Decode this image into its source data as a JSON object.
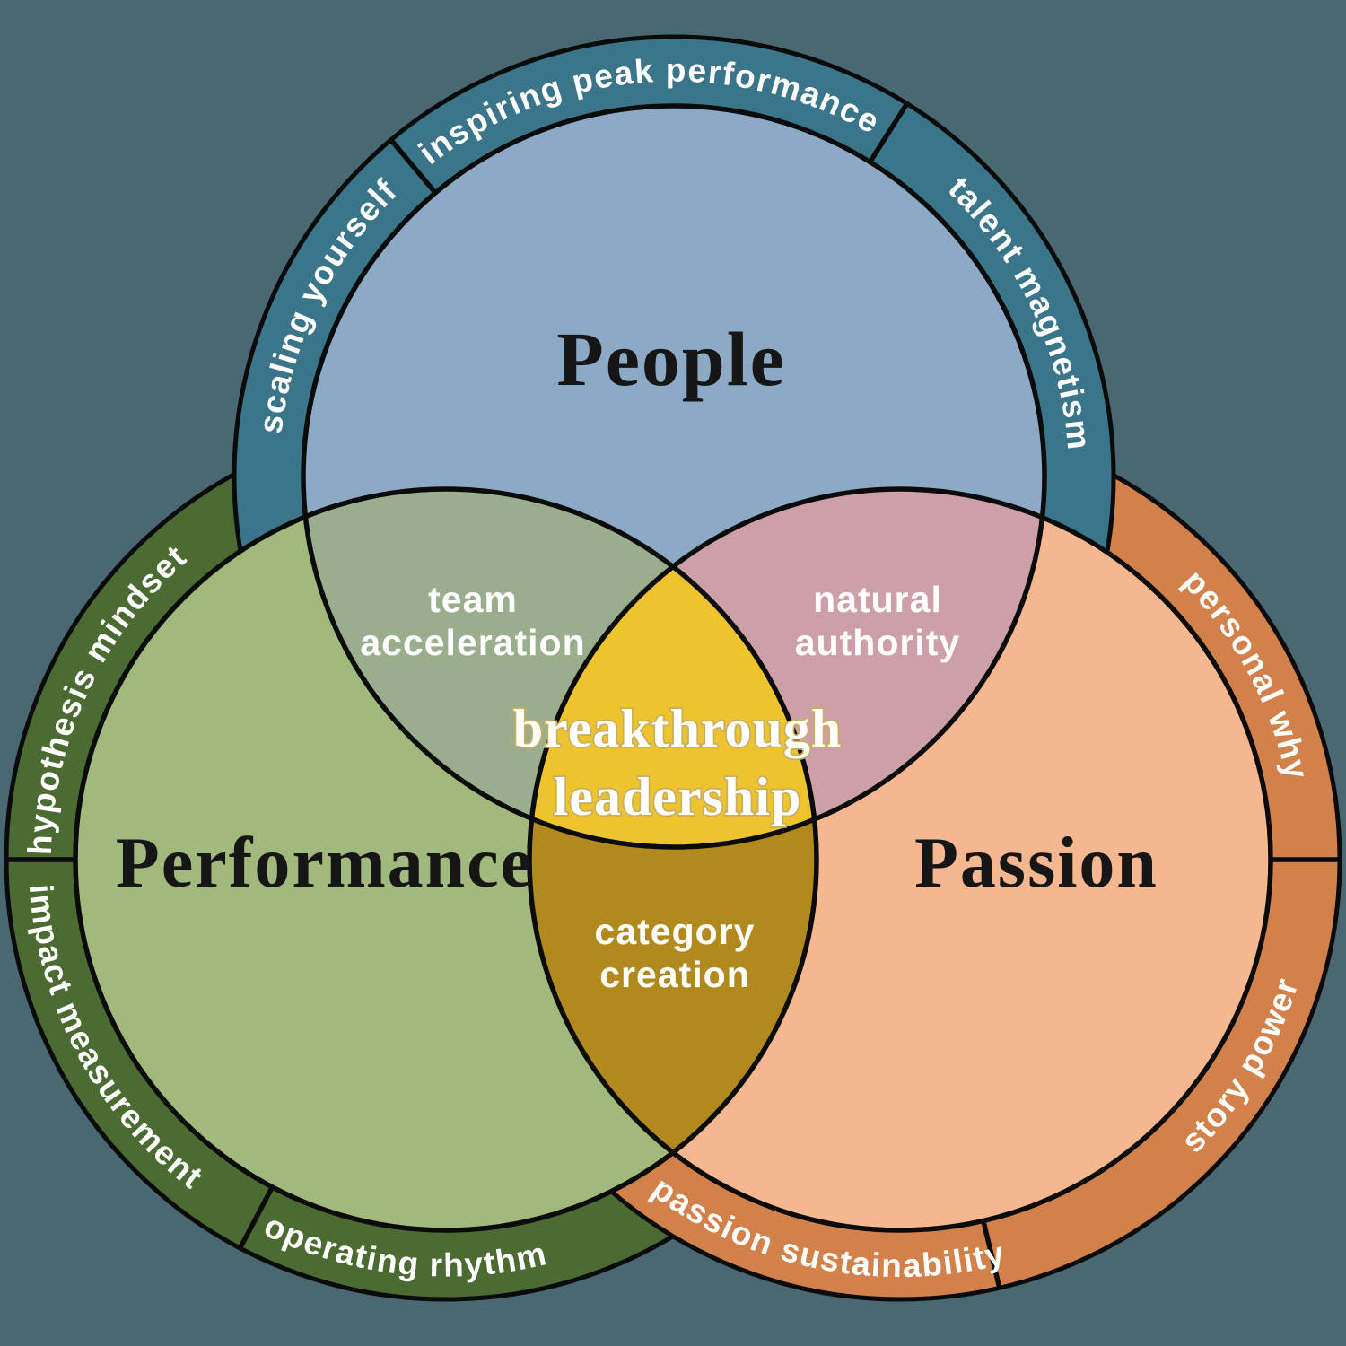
{
  "background_color": "#4A6872",
  "outline_color": "#0B0B0B",
  "label_color": "#FFFFFF",
  "title_color": "#161616",
  "circles": {
    "people": {
      "title": "People",
      "fill": "#8CAAC6",
      "ring_fill": "#3A7589",
      "ring_labels": {
        "left": "scaling yourself",
        "top": "inspiring peak performance",
        "right": "talent magnetism"
      }
    },
    "performance": {
      "title": "Performance",
      "fill": "#A2B97D",
      "ring_fill": "#4B6B33",
      "ring_labels": {
        "top": "hypothesis mindset",
        "left": "impact measurement",
        "bottom": "operating rhythm"
      }
    },
    "passion": {
      "title": "Passion",
      "fill": "#F5B78F",
      "ring_fill": "#D2814A",
      "ring_labels": {
        "top": "personal why",
        "right": "story power",
        "bottom": "passion sustainability"
      }
    }
  },
  "overlaps": {
    "people_performance": {
      "fill": "#9AAD8C",
      "line1": "team",
      "line2": "acceleration"
    },
    "people_passion": {
      "fill": "#CD9FA9",
      "line1": "natural",
      "line2": "authority"
    },
    "performance_passion": {
      "fill": "#B1891C",
      "line1": "category",
      "line2": "creation"
    },
    "center": {
      "fill": "#EEC42E",
      "line1": "breakthrough",
      "line2": "leadership",
      "text_outline": "#C9AE5E"
    }
  }
}
